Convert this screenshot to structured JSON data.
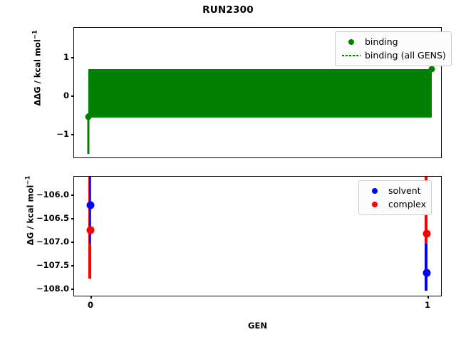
{
  "figure": {
    "title": "RUN2300",
    "colors": {
      "binding": "#008000",
      "solvent": "#0000ff",
      "complex": "#ff0000",
      "axis": "#000000",
      "background": "#ffffff"
    }
  },
  "xaxis": {
    "label": "GEN",
    "ticks": [
      "0",
      "1"
    ],
    "tick_values": [
      0,
      1
    ],
    "range": [
      -0.05,
      1.05
    ]
  },
  "top_panel": {
    "ylabel_main": "ΔΔG / kcal mol",
    "ylabel_sup": "−1",
    "yticks": [
      "1",
      "0",
      "−1"
    ],
    "ytick_values": [
      1,
      0,
      -1
    ],
    "ylim": [
      -1.7,
      1.7
    ],
    "legend": [
      {
        "label": "binding",
        "key": "dot",
        "color": "#008000"
      },
      {
        "label": "binding (all GENS)",
        "key": "dotted-line",
        "color": "#008000"
      }
    ]
  },
  "bottom_panel": {
    "ylabel_main": "ΔG / kcal mol",
    "ylabel_sup": "−1",
    "yticks": [
      "−106.0",
      "−106.5",
      "−107.0",
      "−107.5",
      "−108.0"
    ],
    "ytick_values": [
      -106.0,
      -106.5,
      -107.0,
      -107.5,
      -108.0
    ],
    "ylim": [
      -108.2,
      -105.62
    ],
    "legend": [
      {
        "label": "solvent",
        "key": "dot",
        "color": "#0000ff"
      },
      {
        "label": "complex",
        "key": "dot",
        "color": "#ff0000"
      }
    ]
  },
  "chart_data": {
    "type": "scatter",
    "title": "RUN2300",
    "xlabel": "GEN",
    "panels": [
      {
        "name": "binding-free-energy",
        "ylabel": "ΔΔG / kcal mol⁻¹",
        "ylim": [
          -1.7,
          1.7
        ],
        "yticks": [
          1,
          0,
          -1
        ],
        "series": [
          {
            "name": "binding",
            "color": "#008000",
            "x": [
              0,
              1
            ],
            "y": [
              -0.55,
              0.8
            ],
            "yerr_low": [
              -1.52,
              -0.57
            ],
            "yerr_high": [
              0.8,
              0.8
            ]
          },
          {
            "name": "binding (all GENS)",
            "color": "#008000",
            "style": "dotted",
            "note": "dense overlay of all GENS error bars filling band from -0.57 to 0.80 across x 0 to 1"
          }
        ]
      },
      {
        "name": "absolute-free-energy",
        "ylabel": "ΔG / kcal mol⁻¹",
        "ylim": [
          -108.2,
          -105.62
        ],
        "yticks": [
          -106.0,
          -106.5,
          -107.0,
          -107.5,
          -108.0
        ],
        "series": [
          {
            "name": "solvent",
            "color": "#0000ff",
            "x": [
              0,
              1
            ],
            "y": [
              -106.18,
              -107.5
            ],
            "yerr_low": [
              -105.62,
              -107.95
            ],
            "yerr_high": [
              -105.62,
              -107.02
            ]
          },
          {
            "name": "complex",
            "color": "#ff0000",
            "x": [
              0,
              1
            ],
            "y": [
              -106.65,
              -106.72
            ],
            "yerr_low": [
              -107.62,
              -107.5
            ],
            "yerr_high": [
              -105.62,
              -105.73
            ]
          }
        ]
      }
    ]
  }
}
